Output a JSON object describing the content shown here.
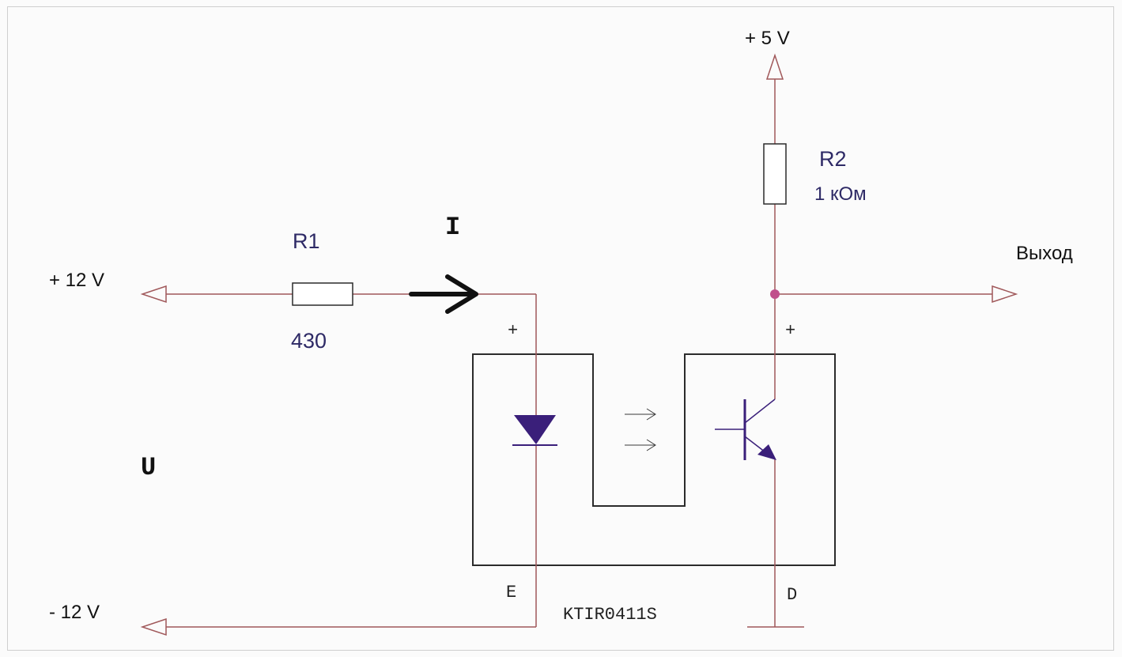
{
  "labels": {
    "plus12": "+ 12 V",
    "minus12": "- 12 V",
    "plus5": "+ 5 V",
    "output": "Выход",
    "r1_name": "R1",
    "r1_value": "430",
    "r2_name": "R2",
    "r2_value": "1 кОм",
    "current": "I",
    "voltage": "U",
    "led_plus": "+",
    "tr_plus": "+",
    "pin_e": "E",
    "pin_d": "D",
    "part": "KTIR0411S"
  },
  "colors": {
    "wire": "#a0585a",
    "component": "#3a1f7a",
    "node": "#c0508c",
    "arrow": "#111111",
    "body": "#2b2b2b"
  }
}
